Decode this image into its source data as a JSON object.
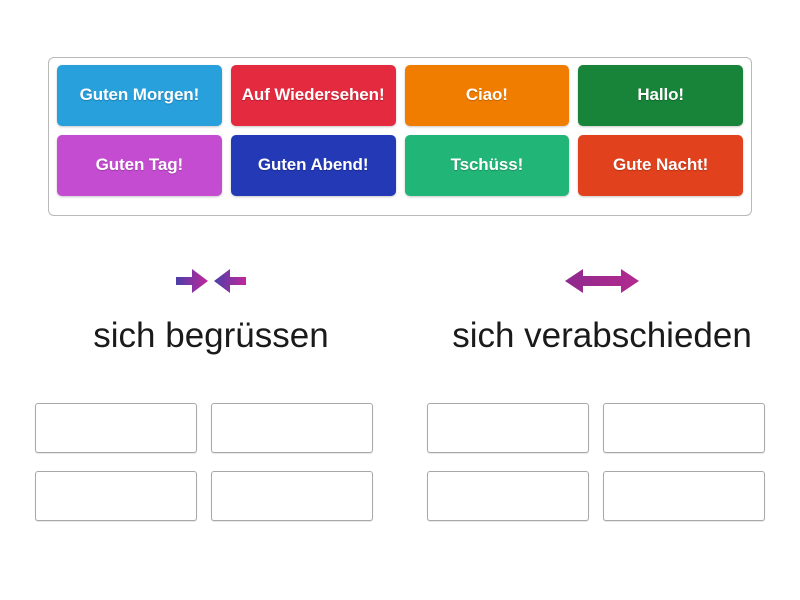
{
  "tile_bank": {
    "name": "word-tile-bank",
    "rows": [
      [
        {
          "label": "Guten Morgen!",
          "color": "#27a0dc"
        },
        {
          "label": "Auf Wiedersehen!",
          "color": "#e42a3e"
        },
        {
          "label": "Ciao!",
          "color": "#f07c00"
        },
        {
          "label": "Hallo!",
          "color": "#17843a"
        }
      ],
      [
        {
          "label": "Guten Tag!",
          "color": "#c44cd0"
        },
        {
          "label": "Guten Abend!",
          "color": "#2339b5"
        },
        {
          "label": "Tschüss!",
          "color": "#22b578"
        },
        {
          "label": "Gute Nacht!",
          "color": "#e1411c"
        }
      ]
    ]
  },
  "categories": [
    {
      "title": "sich begrüssen",
      "icon": "converging-arrows-icon",
      "icon_color_start": "#4b3fa8",
      "icon_color_end": "#c2279b",
      "dropzone_count": 4
    },
    {
      "title": "sich verabschieden",
      "icon": "double-headed-arrow-icon",
      "icon_color_start": "#8e2a8e",
      "icon_color_end": "#b32a8f",
      "dropzone_count": 4
    }
  ]
}
